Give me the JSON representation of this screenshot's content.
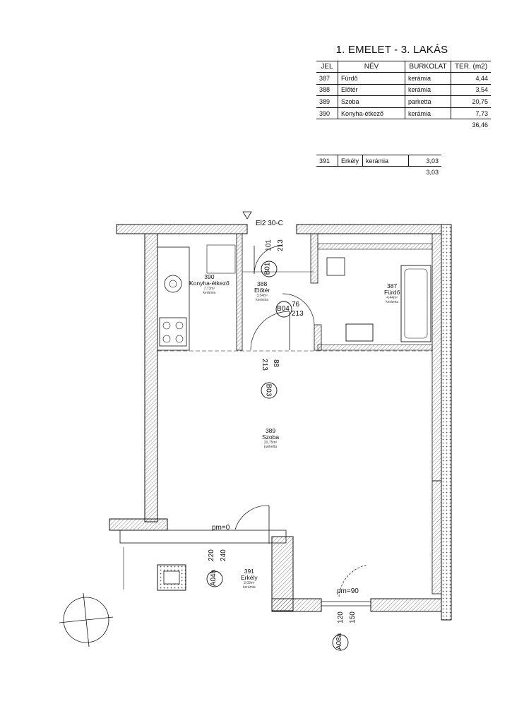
{
  "title": "1. EMELET - 3. LAKÁS",
  "table": {
    "headers": {
      "jel": "JEL",
      "nev": "NÉV",
      "burkolat": "BURKOLAT",
      "terulet": "TER. (m2)"
    },
    "rows": [
      {
        "jel": "387",
        "nev": "Fürdő",
        "burkolat": "kerámia",
        "terulet": "4,44"
      },
      {
        "jel": "388",
        "nev": "Előtér",
        "burkolat": "kerámia",
        "terulet": "3,54"
      },
      {
        "jel": "389",
        "nev": "Szoba",
        "burkolat": "parketta",
        "terulet": "20,75"
      },
      {
        "jel": "390",
        "nev": "Konyha-étkező",
        "burkolat": "kerámia",
        "terulet": "7,73"
      }
    ],
    "total": "36,46"
  },
  "balcony_table": {
    "row": {
      "jel": "391",
      "nev": "Erkély",
      "burkolat": "kerámia",
      "terulet": "3,03"
    },
    "total": "3,03"
  },
  "plan": {
    "section_mark": "El2 30-C",
    "rooms": {
      "r390": {
        "num": "390",
        "name": "Konyha-étkező",
        "area": "7,73m²",
        "floor": "kerámia"
      },
      "r388": {
        "num": "388",
        "name": "Előtér",
        "area": "3,54m²",
        "floor": "kerámia"
      },
      "r387": {
        "num": "387",
        "name": "Fürdő",
        "area": "4,44m²",
        "floor": "kerámia"
      },
      "r389": {
        "num": "389",
        "name": "Szoba",
        "area": "20,75m²",
        "floor": "parketta"
      },
      "r391": {
        "num": "391",
        "name": "Erkély",
        "area": "3,03m²",
        "floor": "kerámia"
      }
    },
    "doors": {
      "b01": {
        "tag": "B01",
        "w": "101",
        "h": "213"
      },
      "b04": {
        "tag": "B04",
        "w": "76",
        "h": "213"
      },
      "b03": {
        "tag": "B03",
        "w": "88",
        "h": "213"
      },
      "a04b": {
        "tag": "A04b",
        "w": "220",
        "h": "240",
        "level": "pm=0"
      },
      "a08a": {
        "tag": "A08a",
        "w": "120",
        "h": "150",
        "level": "pm=90"
      }
    }
  }
}
